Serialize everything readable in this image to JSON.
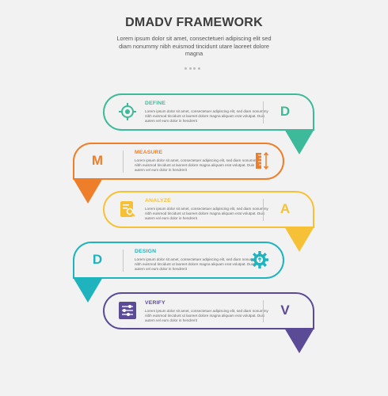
{
  "header": {
    "title": "DMADV FRAMEWORK",
    "subtitle": "Lorem ipsum dolor sit amet, consectetueri adipiscing elit sed diam nonummy nibh euismod tincidunt utare laoreet dolore magna"
  },
  "stages": [
    {
      "letter": "D",
      "label": "DEFINE",
      "desc": "Lorem ipsum dolor sit amet, consectetuer adipiscing elit, sed diam nonummy nibh euismod tincidunt ut laoreet dolore magna aliquam erat volutpat. Duis autem vel eum dolor in hendrerit",
      "color": "#3dba9a",
      "icon": "target-icon"
    },
    {
      "letter": "M",
      "label": "MEASURE",
      "desc": "Lorem ipsum dolor sit amet, consectetuer adipiscing elit, sed diam nonummy nibh euismod tincidunt ut laoreet dolore magna aliquam erat volutpat. Duis autem vel eum dolor in hendrerit",
      "color": "#ee7e2a",
      "icon": "ruler-icon"
    },
    {
      "letter": "A",
      "label": "ANALYZE",
      "desc": "Lorem ipsum dolor sit amet, consectetuer adipiscing elit, sed diam nonummy nibh euismod tincidunt ut laoreet dolore magna aliquam erat volutpat. Duis autem vel eum dolor in hendrerit",
      "color": "#f6c136",
      "icon": "analysis-icon"
    },
    {
      "letter": "D",
      "label": "DESIGN",
      "desc": "Lorem ipsum dolor sit amet, consectetuer adipiscing elit, sed diam nonummy nibh euismod tincidunt ut laoreet dolore magna aliquam erat volutpat. Duis autem vel eum dolor in hendrerit",
      "color": "#1fb3be",
      "icon": "gear-icon"
    },
    {
      "letter": "V",
      "label": "VERIFY",
      "desc": "Lorem ipsum dolor sit amet, consectetuer adipiscing elit, sed diam nonummy nibh euismod tincidunt ut laoreet dolore magna aliquam erat volutpat. Duis autem vel eum dolor in hendrerit",
      "color": "#5b4a96",
      "icon": "sliders-icon"
    }
  ]
}
